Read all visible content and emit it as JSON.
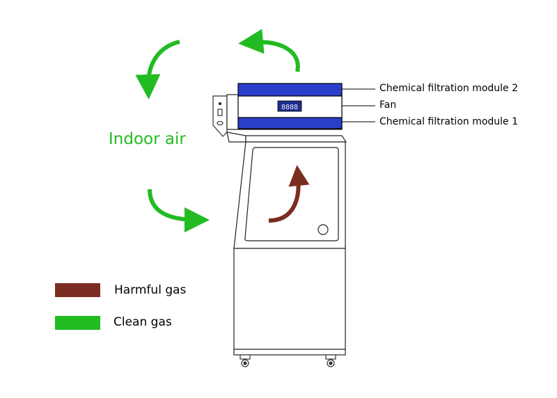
{
  "indoor_label": "Indoor air",
  "callouts": {
    "module2": "Chemical filtration module 2",
    "fan": "Fan",
    "module1": "Chemical filtration module 1"
  },
  "legend": {
    "harmful": "Harmful gas",
    "clean": "Clean gas"
  },
  "colors": {
    "clean": "#22bb22",
    "harmful": "#7a2d20",
    "module": "#2a3fc9"
  }
}
